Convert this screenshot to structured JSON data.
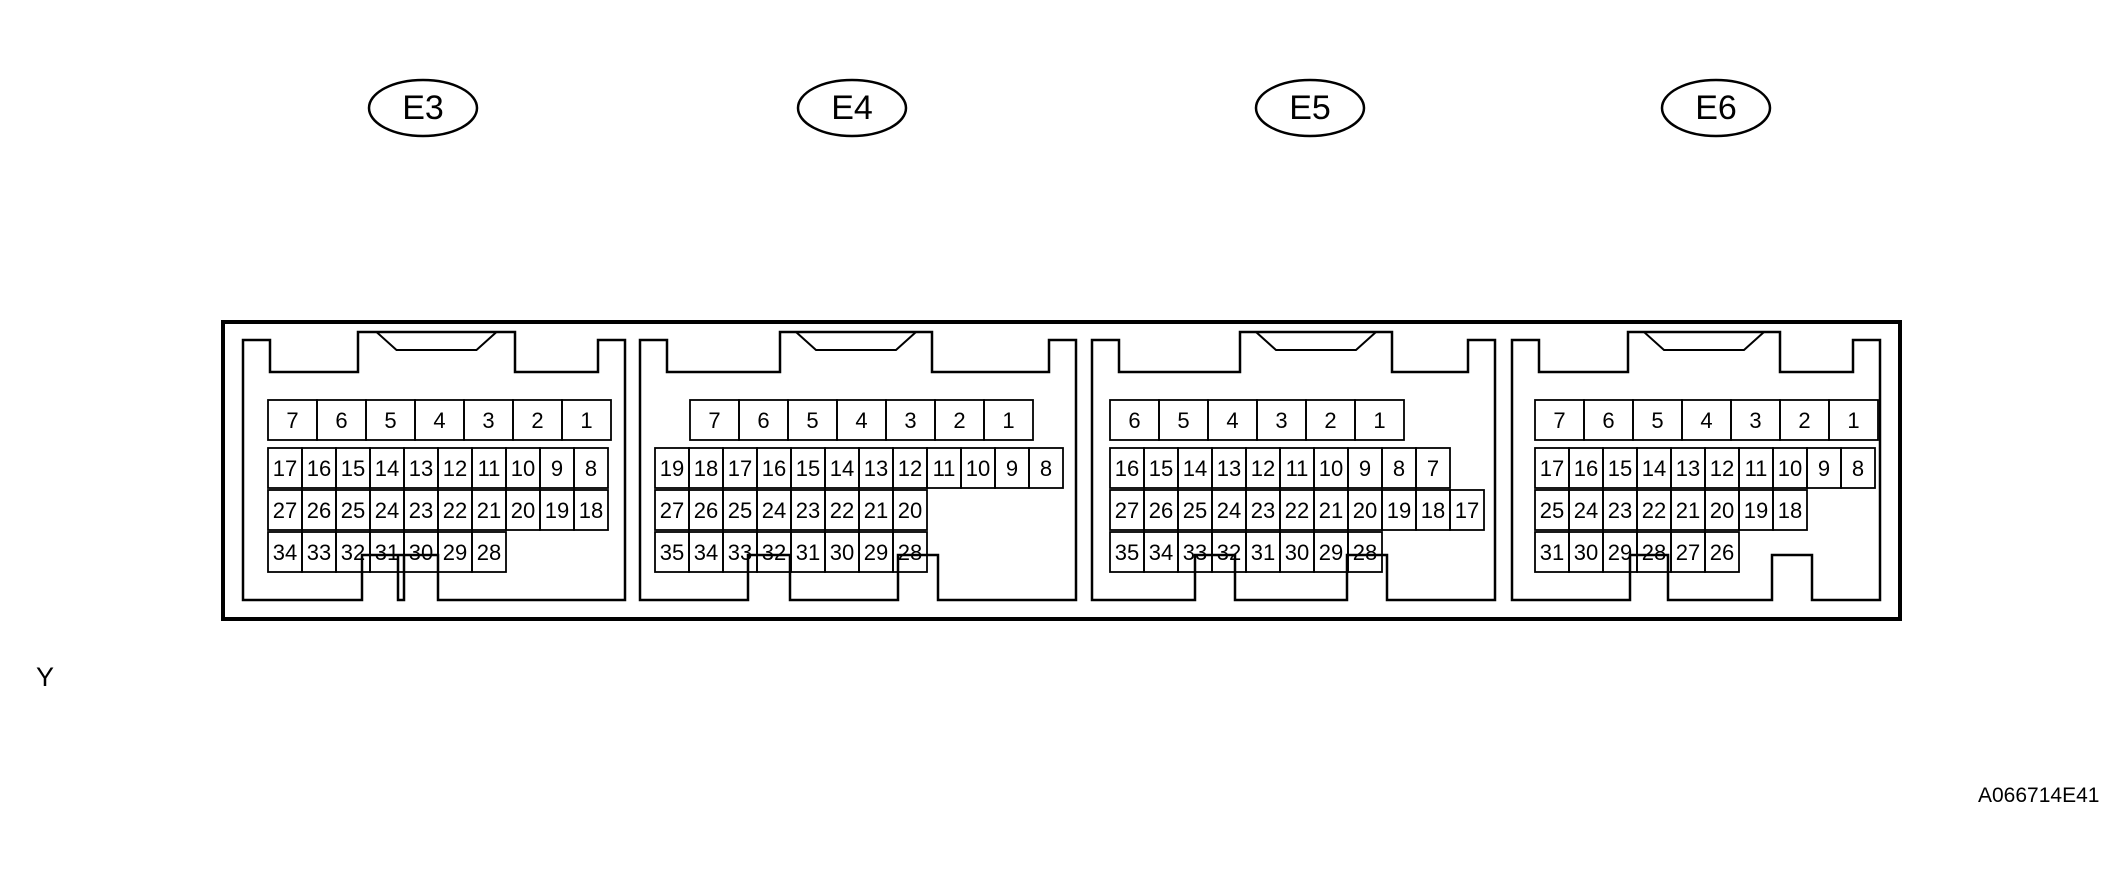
{
  "connectors": [
    {
      "id": "E3",
      "rows": [
        [
          "7",
          "6",
          "5",
          "4",
          "3",
          "2",
          "1"
        ],
        [
          "17",
          "16",
          "15",
          "14",
          "13",
          "12",
          "11",
          "10",
          "9",
          "8"
        ],
        [
          "27",
          "26",
          "25",
          "24",
          "23",
          "22",
          "21",
          "20",
          "19",
          "18"
        ],
        [
          "34",
          "33",
          "32",
          "31",
          "30",
          "29",
          "28"
        ]
      ]
    },
    {
      "id": "E4",
      "rows": [
        [
          "7",
          "6",
          "5",
          "4",
          "3",
          "2",
          "1"
        ],
        [
          "19",
          "18",
          "17",
          "16",
          "15",
          "14",
          "13",
          "12",
          "11",
          "10",
          "9",
          "8"
        ],
        [
          "27",
          "26",
          "25",
          "24",
          "23",
          "22",
          "21",
          "20"
        ],
        [
          "35",
          "34",
          "33",
          "32",
          "31",
          "30",
          "29",
          "28"
        ]
      ]
    },
    {
      "id": "E5",
      "rows": [
        [
          "6",
          "5",
          "4",
          "3",
          "2",
          "1"
        ],
        [
          "16",
          "15",
          "14",
          "13",
          "12",
          "11",
          "10",
          "9",
          "8",
          "7"
        ],
        [
          "27",
          "26",
          "25",
          "24",
          "23",
          "22",
          "21",
          "20",
          "19",
          "18",
          "17"
        ],
        [
          "35",
          "34",
          "33",
          "32",
          "31",
          "30",
          "29",
          "28"
        ]
      ]
    },
    {
      "id": "E6",
      "rows": [
        [
          "7",
          "6",
          "5",
          "4",
          "3",
          "2",
          "1"
        ],
        [
          "17",
          "16",
          "15",
          "14",
          "13",
          "12",
          "11",
          "10",
          "9",
          "8"
        ],
        [
          "25",
          "24",
          "23",
          "22",
          "21",
          "20",
          "19",
          "18"
        ],
        [
          "31",
          "30",
          "29",
          "28",
          "27",
          "26"
        ]
      ]
    }
  ],
  "side_label": "Y",
  "figure_code": "A066714E41",
  "colors": {
    "stroke": "#000000",
    "background": "#ffffff"
  }
}
